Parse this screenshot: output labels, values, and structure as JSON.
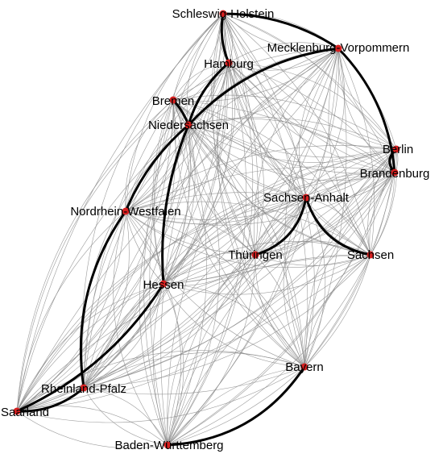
{
  "diagram": {
    "type": "network",
    "colors": {
      "node": "#d62020",
      "edge_strong": "#000000",
      "edge_weak": "#8a8a8a",
      "background": "#ffffff"
    },
    "nodes": [
      {
        "id": "sh",
        "label": "Schleswig-Holstein"
      },
      {
        "id": "mv",
        "label": "Mecklenburg-Vorpommern"
      },
      {
        "id": "hh",
        "label": "Hamburg"
      },
      {
        "id": "hb",
        "label": "Bremen"
      },
      {
        "id": "ni",
        "label": "Niedersachsen"
      },
      {
        "id": "be",
        "label": "Berlin"
      },
      {
        "id": "bb",
        "label": "Brandenburg"
      },
      {
        "id": "st",
        "label": "Sachsen-Anhalt"
      },
      {
        "id": "nw",
        "label": "Nordrhein-Westfalen"
      },
      {
        "id": "th",
        "label": "Thüringen"
      },
      {
        "id": "sn",
        "label": "Sachsen"
      },
      {
        "id": "he",
        "label": "Hessen"
      },
      {
        "id": "by",
        "label": "Bayern"
      },
      {
        "id": "rp",
        "label": "Rheinland-Pfalz"
      },
      {
        "id": "sl",
        "label": "Saarland"
      },
      {
        "id": "bw",
        "label": "Baden-Württemberg"
      }
    ],
    "strong_edges": [
      [
        "sh",
        "mv"
      ],
      [
        "sh",
        "hh"
      ],
      [
        "mv",
        "ni"
      ],
      [
        "mv",
        "bb"
      ],
      [
        "hh",
        "ni"
      ],
      [
        "hb",
        "ni"
      ],
      [
        "ni",
        "nw"
      ],
      [
        "ni",
        "he"
      ],
      [
        "be",
        "bb"
      ],
      [
        "st",
        "th"
      ],
      [
        "st",
        "sn"
      ],
      [
        "nw",
        "rp"
      ],
      [
        "rp",
        "sl"
      ],
      [
        "by",
        "bw"
      ],
      [
        "he",
        "sl"
      ]
    ]
  }
}
